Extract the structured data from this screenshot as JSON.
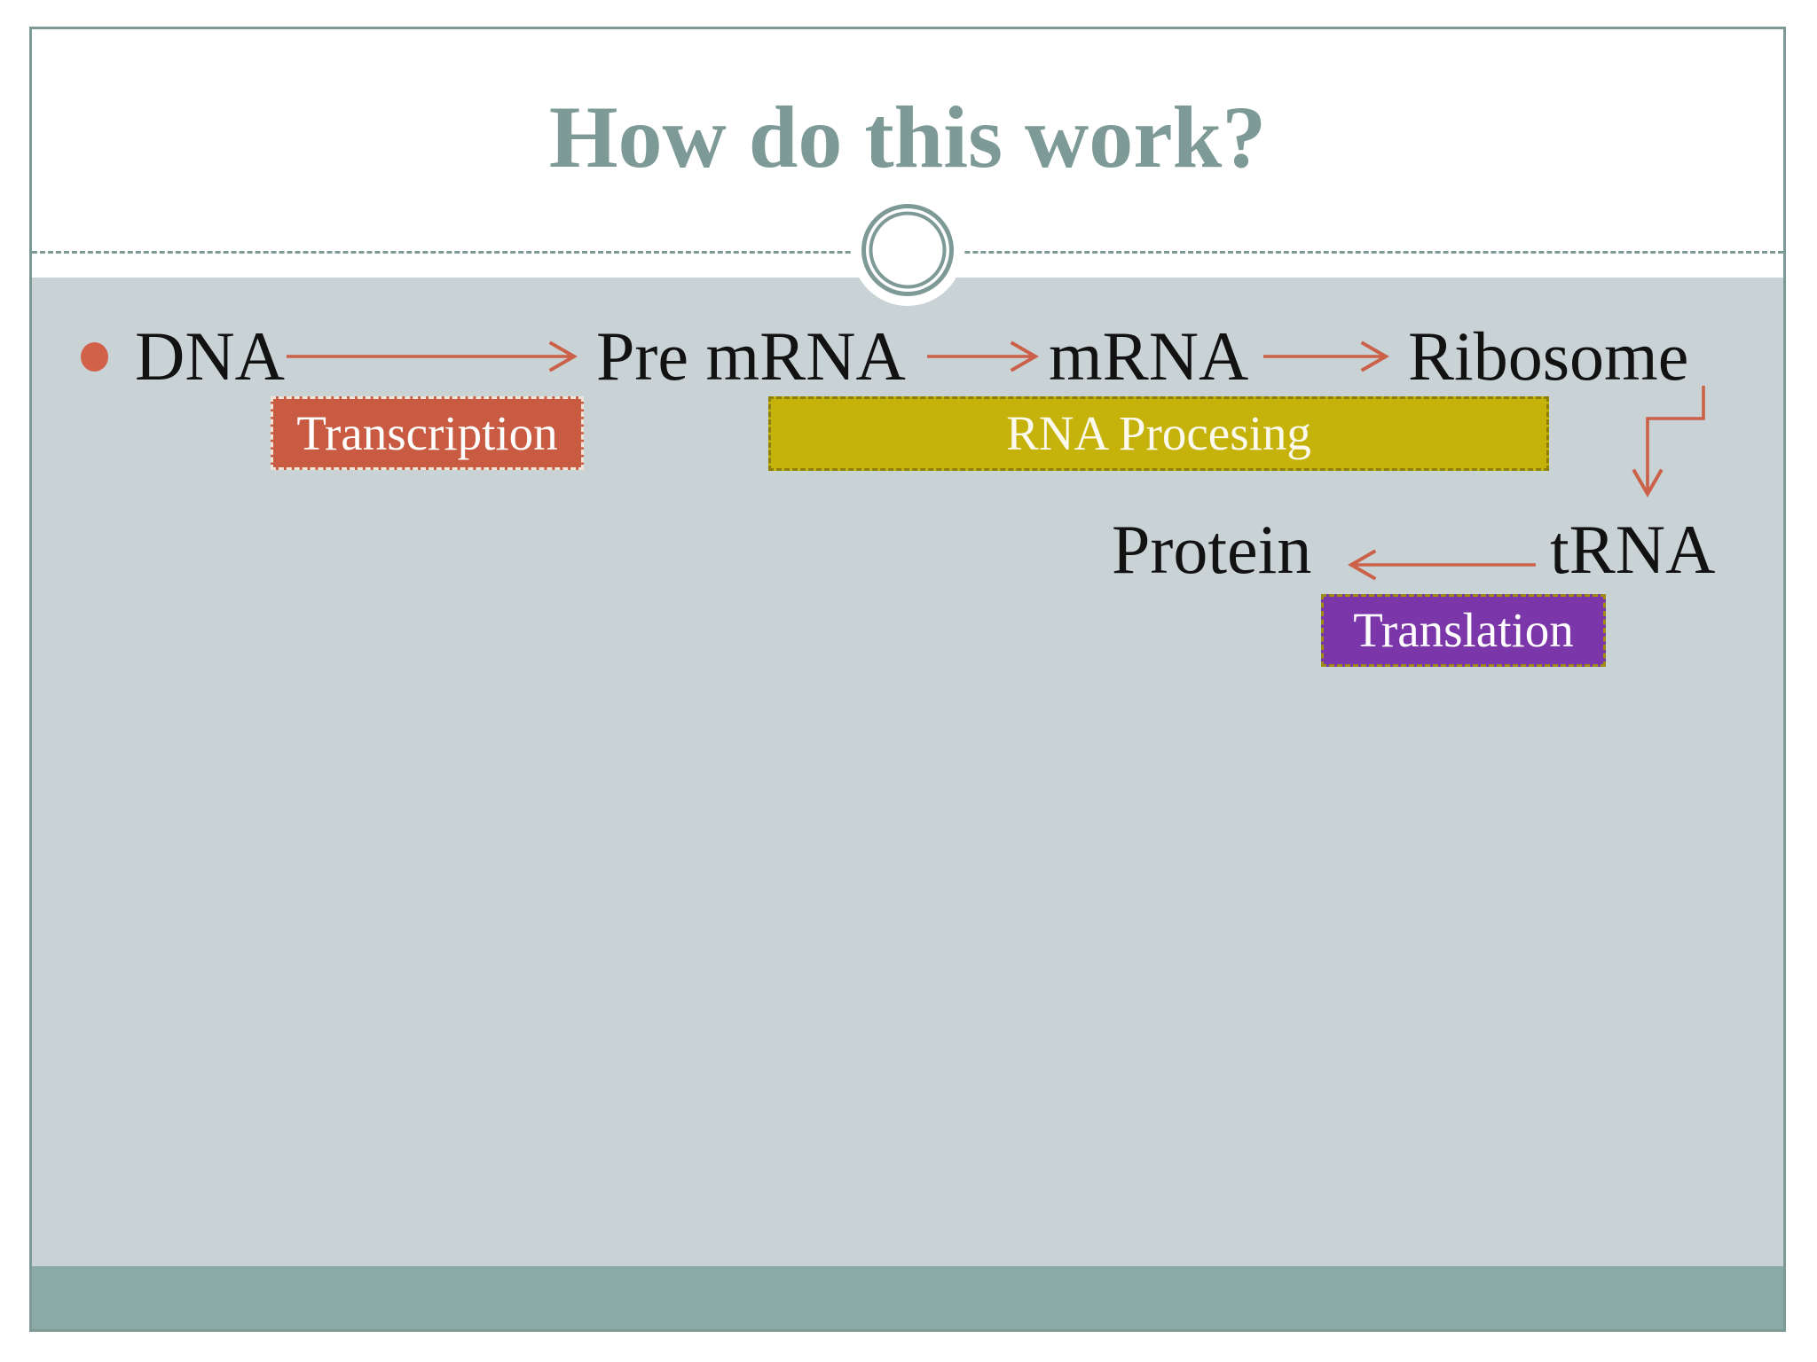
{
  "slide": {
    "title": "How do this work?",
    "colors": {
      "frame_and_title_teal": "#7d9a97",
      "content_background": "#c9d2d5",
      "footer_bar": "#8caaa5",
      "arrow_salmon": "#cb6148",
      "node_text": "#121212"
    },
    "icons": {
      "bullet": "filled-circle",
      "ornament": "double-ring-circle"
    }
  },
  "diagram": {
    "nodes": [
      {
        "id": "dna",
        "label": "DNA"
      },
      {
        "id": "pre-mrna",
        "label": "Pre mRNA"
      },
      {
        "id": "mrna",
        "label": "mRNA"
      },
      {
        "id": "ribosome",
        "label": "Ribosome"
      },
      {
        "id": "protein",
        "label": "Protein"
      },
      {
        "id": "trna",
        "label": "tRNA"
      }
    ],
    "process_boxes": [
      {
        "id": "transcription",
        "label": "Transcription",
        "fill": "#c85b42",
        "border": "#f0e4d8",
        "text_color": "#ffffff"
      },
      {
        "id": "rna-processing",
        "label": "RNA Procesing",
        "fill": "#c5b30b",
        "border": "#8d8004",
        "text_color": "#fcfaee"
      },
      {
        "id": "translation",
        "label": "Translation",
        "fill": "#7b36a9",
        "border": "#9c8d12",
        "text_color": "#ffffff"
      }
    ],
    "arrows": [
      {
        "from": "DNA",
        "to": "Pre mRNA"
      },
      {
        "from": "Pre mRNA",
        "to": "mRNA"
      },
      {
        "from": "mRNA",
        "to": "Ribosome"
      },
      {
        "from": "Ribosome",
        "to": "tRNA"
      },
      {
        "from": "tRNA",
        "to": "Protein"
      }
    ]
  }
}
